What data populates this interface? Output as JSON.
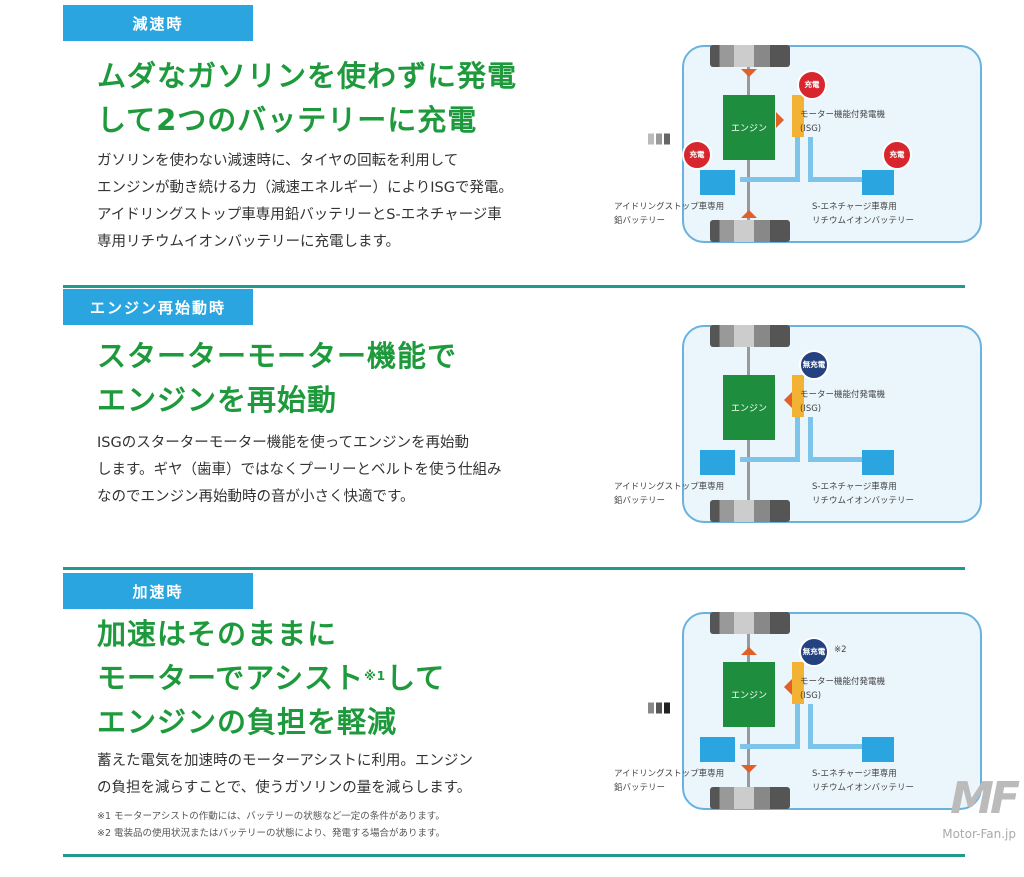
{
  "sections": [
    {
      "tag": "減速時",
      "title": [
        "ムダなガソリンを使わずに発電",
        "して2つのバッテリーに充電"
      ],
      "body": [
        "ガソリンを使わない減速時に、タイヤの回転を利用して",
        "エンジンが動き続ける力（減速エネルギー）によりISGで発電。",
        "アイドリングストップ車専用鉛バッテリーとS-エネチャージ車",
        "専用リチウムイオンバッテリーに充電します。"
      ]
    },
    {
      "tag": "エンジン再始動時",
      "title": [
        "スターターモーター機能で",
        "エンジンを再始動"
      ],
      "body": [
        "ISGのスターターモーター機能を使ってエンジンを再始動",
        "します。ギヤ（歯車）ではなくプーリーとベルトを使う仕組み",
        "なのでエンジン再始動時の音が小さく快適です。"
      ]
    },
    {
      "tag": "加速時",
      "title": [
        "加速はそのままに",
        "モーターでアシスト",
        "してエンジンの負担を軽減"
      ],
      "title_sup": "※1",
      "title_line2_tail": "して",
      "title_line3": "エンジンの負担を軽減",
      "body": [
        "蓄えた電気を加速時のモーターアシストに利用。エンジン",
        "の負担を減らすことで、使うガソリンの量を減らします。"
      ]
    }
  ],
  "footnotes": [
    "※1 モーターアシストの作動には、バッテリーの状態など一定の条件があります。",
    "※2 電装品の使用状況またはバッテリーの状態により、発電する場合があります。"
  ],
  "diagram": {
    "engine": "エンジン",
    "isg": [
      "モーター機能付発電機",
      "(ISG)"
    ],
    "lead_battery": [
      "アイドリングストップ車専用",
      "鉛バッテリー"
    ],
    "lithium_battery": [
      "S-エネチャージ車専用",
      "リチウムイオンバッテリー"
    ],
    "charge": "充電",
    "no_charge": "無充電",
    "note2": "※2"
  },
  "colors": {
    "tag": "#2aa5e0",
    "title": "#1e9a3c",
    "divider": "#1f9a8c",
    "engine": "#1e8e3e",
    "isg": "#f2b233",
    "charge_badge": "#d7262e",
    "no_charge_badge": "#24427f",
    "arrow": "#e0602a"
  },
  "logo": {
    "text": "Motor-Fan.jp"
  }
}
